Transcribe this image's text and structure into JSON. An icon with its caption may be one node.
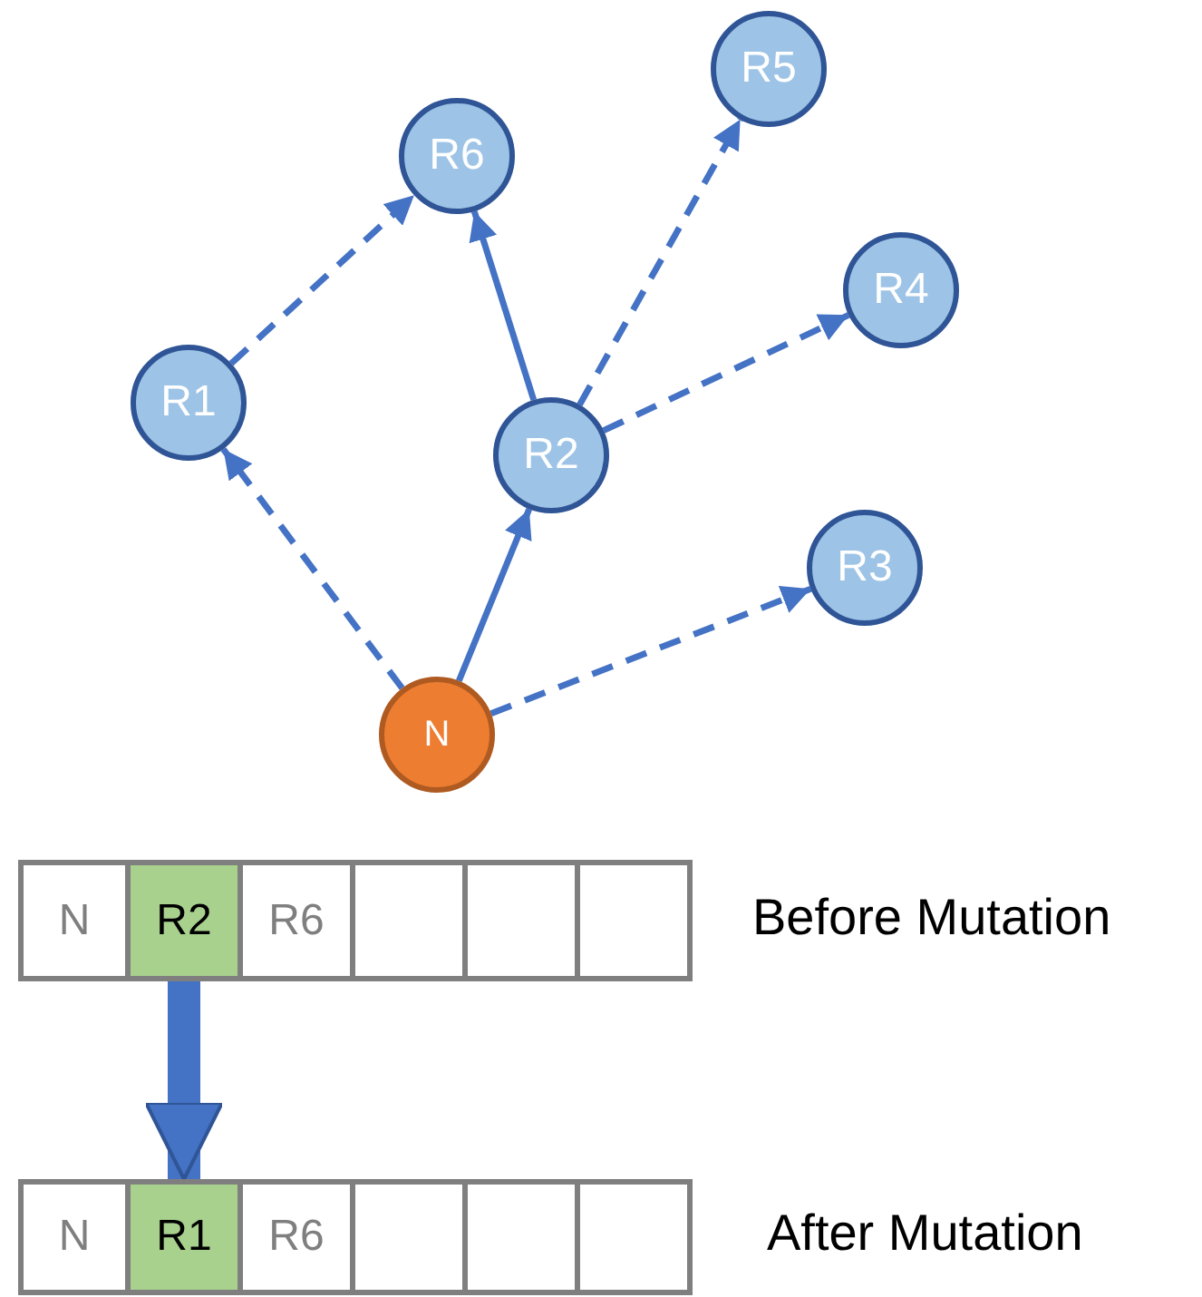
{
  "diagram": {
    "nodes": [
      {
        "text": [
          "R6"
        ]
      },
      {
        "text": [
          "R5"
        ]
      },
      {
        "text": [
          "R4"
        ]
      },
      {
        "text": [
          "R1"
        ]
      },
      {
        "text": [
          "R2"
        ]
      },
      {
        "text": [
          "R3"
        ]
      },
      {
        "text": [
          "N"
        ]
      },
      {
        "text": [
          "N"
        ]
      },
      {
        "text": [
          "R2"
        ]
      },
      {
        "text": [
          "R6"
        ]
      },
      {
        "text": [],
        "shape": "box"
      },
      {
        "text": [],
        "shape": "box"
      },
      {
        "text": [],
        "shape": "box"
      },
      {
        "text": [
          "N"
        ]
      },
      {
        "text": [
          "R1"
        ]
      },
      {
        "text": [
          "R6"
        ]
      },
      {
        "text": [],
        "shape": "box"
      },
      {
        "text": [],
        "shape": "box"
      },
      {
        "text": [],
        "shape": "box"
      }
    ],
    "edges": [
      {
        "from": 3,
        "to": 0,
        "arrow": "to",
        "style": "dashed"
      },
      {
        "from": 4,
        "to": 0,
        "arrow": "to"
      },
      {
        "from": 4,
        "to": 1,
        "arrow": "to",
        "style": "dashed"
      },
      {
        "from": 4,
        "to": 2,
        "arrow": "to",
        "style": "dashed"
      },
      {
        "from": 6,
        "to": 3,
        "arrow": "to",
        "style": "dashed"
      },
      {
        "from": 6,
        "to": 4,
        "arrow": "to"
      },
      {
        "from": 6,
        "to": 5,
        "arrow": "to",
        "style": "dashed"
      },
      {
        "from": 8,
        "to": 14,
        "arrow": "to",
        "style": "thick"
      }
    ],
    "labels": [
      "Before Mutation",
      "After Mutation"
    ]
  }
}
